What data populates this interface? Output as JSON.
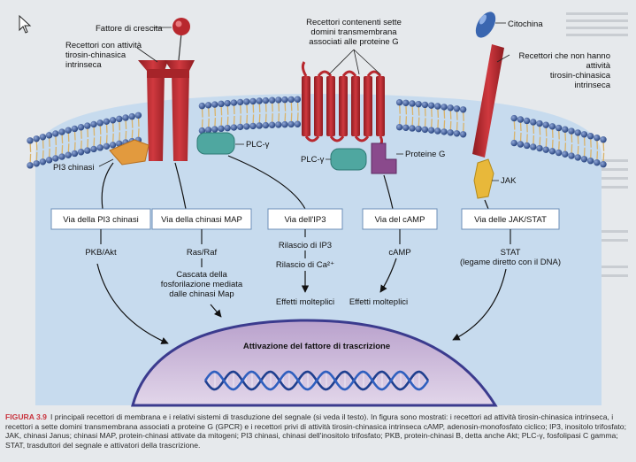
{
  "labels": {
    "fattore": "Fattore di crescita",
    "rtk": [
      "Recettori con attività",
      "tirosin-chinasica",
      "intrinseca"
    ],
    "gpcr": [
      "Recettori contenenti sette",
      "domini transmembrana",
      "associati alle proteine G"
    ],
    "citochina": "Citochina",
    "nonrtk": [
      "Recettori che non hanno",
      "attività",
      "tirosin-chinasica",
      "intrinseca"
    ],
    "pi3": "PI3 chinasi",
    "plc1": "PLC-γ",
    "plc2": "PLC-γ",
    "proteine_g": "Proteine G",
    "jak": "JAK"
  },
  "pathways": [
    "Via della PI3 chinasi",
    "Via della chinasi MAP",
    "Via dell'IP3",
    "Via del cAMP",
    "Via delle JAK/STAT"
  ],
  "downstream": {
    "pkb": "PKB/Akt",
    "rasraf": "Ras/Raf",
    "cascata": [
      "Cascata della",
      "fosforilazione mediata",
      "dalle chinasi Map"
    ],
    "ip3": "Rilascio di IP3",
    "ca": "Rilascio di Ca²⁺",
    "effetti1": "Effetti molteplici",
    "camp": "cAMP",
    "effetti2": "Effetti molteplici",
    "stat": [
      "STAT",
      "(legame diretto con il DNA)"
    ]
  },
  "nucleus_label": "Attivazione del fattore di trascrizione",
  "caption": {
    "figure": "FIGURA 3.9",
    "text": "I principali recettori di membrana e i relativi sistemi di trasduzione del segnale (si veda il testo). In figura sono mostrati: i recettori ad attività tirosin-chinasica intrinseca, i recettori a sette domini transmembrana associati a proteine G (GPCR) e i recettori privi di attività tirosin-chinasica intrinseca cAMP, adenosin-monofosfato ciclico; IP3, inositolo trifosfato; JAK, chinasi Janus; chinasi MAP, protein-chinasi attivate da mitogeni; PI3 chinasi, chinasi dell'inositolo trifosfato; PKB, protein-chinasi B, detta anche Akt; PLC-γ, fosfolipasi C gamma; STAT, trasduttori del segnale e attivatori della trascrizione."
  },
  "colors": {
    "receptor": "#b8282e",
    "lipid_head": "#3d5c9a",
    "cytoplasm": "#c7dbee",
    "nucleus": "#cdb8d8",
    "plc": "#4fa7a0",
    "proteine_g": "#8a4a8c",
    "pi3": "#e29a3e",
    "jak": "#e8b83a",
    "citochina": "#3a66b0"
  }
}
